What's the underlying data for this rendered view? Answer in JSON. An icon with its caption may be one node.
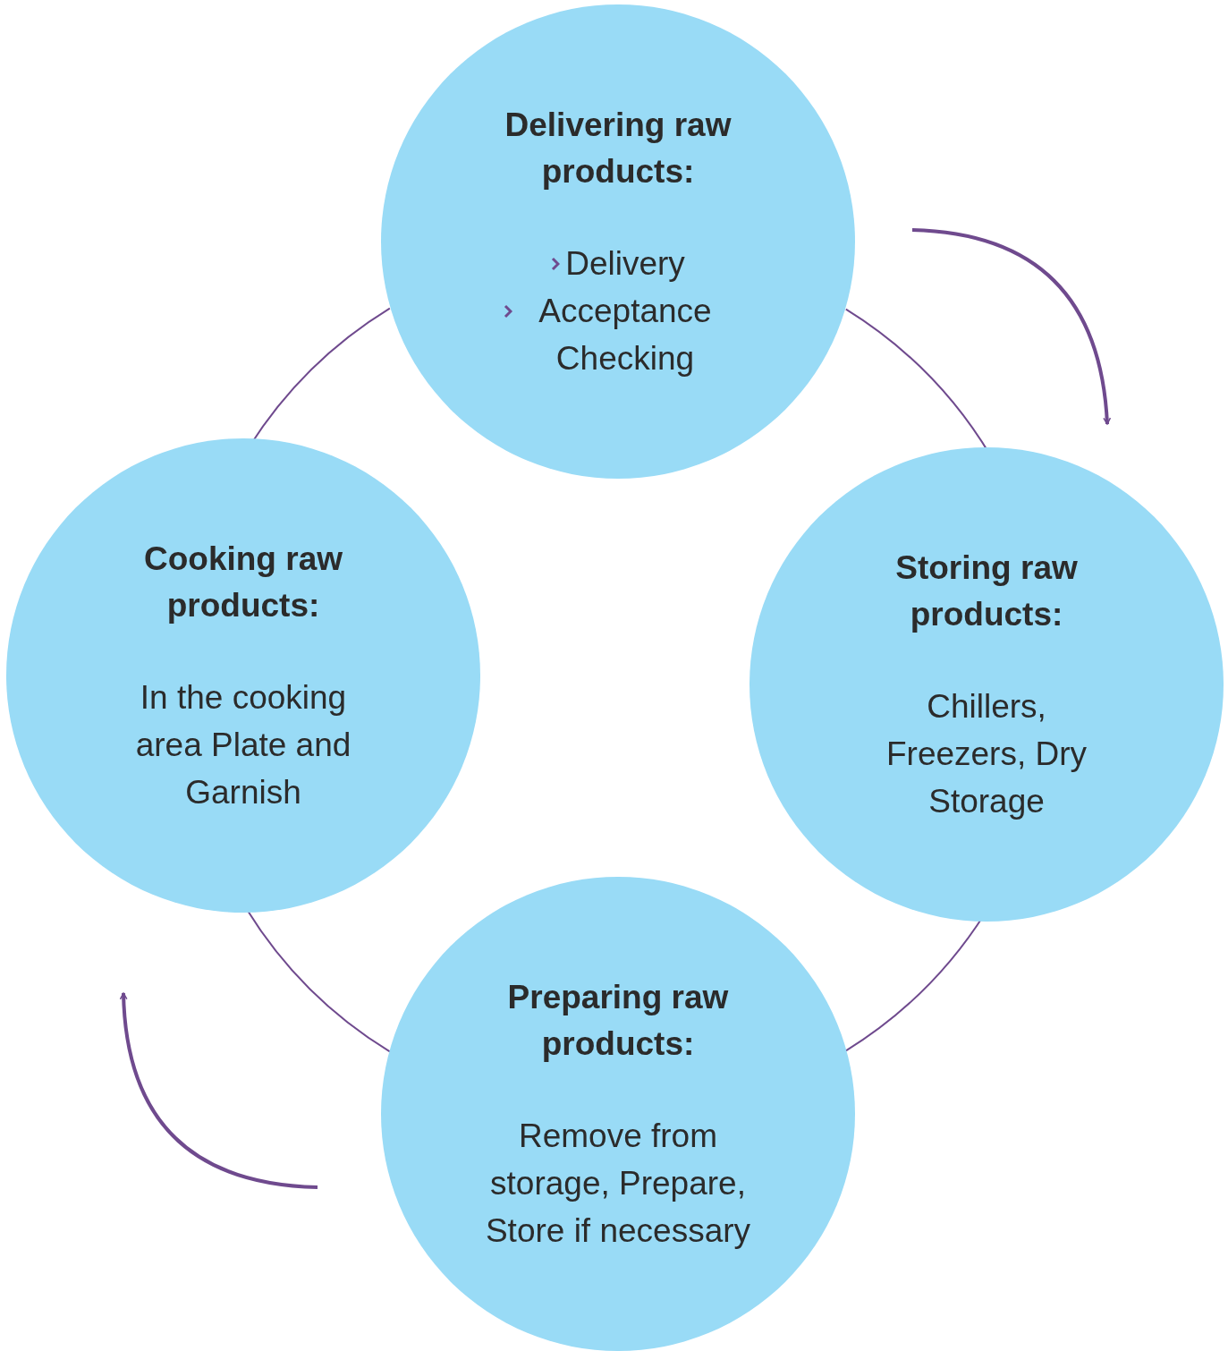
{
  "diagram": {
    "nodes": [
      {
        "text": [
          "Delivering raw products:",
          "Delivery",
          "Acceptance Checking"
        ]
      },
      {
        "text": [
          "Cooking raw products:",
          "In the cooking area Plate and Garnish"
        ]
      },
      {
        "text": [
          "Storing raw products:",
          "Chillers, Freezers, Dry Storage"
        ]
      },
      {
        "text": [
          "Preparing raw products:",
          "Remove from storage, Prepare, Store if necessary"
        ]
      }
    ],
    "edges": [
      {
        "from": 0,
        "to": 2,
        "arrow": "none"
      },
      {
        "from": 2,
        "to": 3,
        "arrow": "none"
      },
      {
        "from": 3,
        "to": 1,
        "arrow": "none"
      },
      {
        "from": 1,
        "to": 0,
        "arrow": "none"
      }
    ]
  }
}
